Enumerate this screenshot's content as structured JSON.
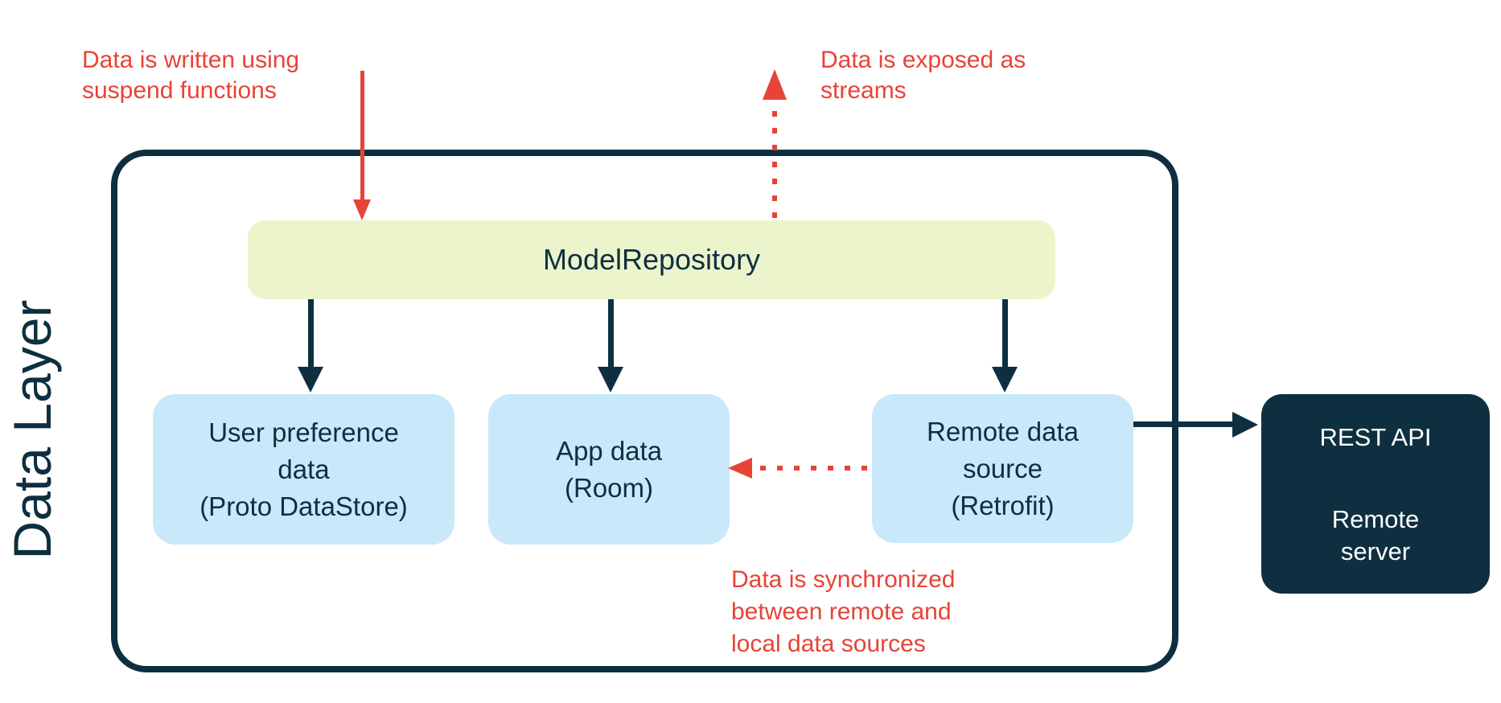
{
  "title": "Data layer architecture diagram",
  "labels": {
    "layer_title": "Data Layer"
  },
  "annotations": {
    "write": "Data is written using\nsuspend functions",
    "streams": "Data is exposed as\nstreams",
    "sync": "Data is synchronized\nbetween remote and\nlocal data sources"
  },
  "nodes": {
    "repository": {
      "label": "ModelRepository"
    },
    "user_preference": {
      "label": "User preference\ndata\n(Proto DataStore)"
    },
    "app_data": {
      "label": "App data\n(Room)"
    },
    "remote_source": {
      "label": "Remote data\nsource\n(Retrofit)"
    },
    "rest_api": {
      "title": "REST API",
      "subtitle": "Remote\nserver"
    }
  },
  "edges": [
    {
      "name": "write-into-repository",
      "from": "external",
      "to": "repository",
      "style": "solid",
      "color": "#e74337",
      "direction": "down"
    },
    {
      "name": "repository-exposes-streams",
      "from": "repository",
      "to": "external",
      "style": "dotted",
      "color": "#e74337",
      "direction": "up"
    },
    {
      "name": "repository-to-user-preference",
      "from": "repository",
      "to": "user_preference",
      "style": "solid",
      "color": "#0e2f3f",
      "direction": "down"
    },
    {
      "name": "repository-to-app-data",
      "from": "repository",
      "to": "app_data",
      "style": "solid",
      "color": "#0e2f3f",
      "direction": "down"
    },
    {
      "name": "repository-to-remote-source",
      "from": "repository",
      "to": "remote_source",
      "style": "solid",
      "color": "#0e2f3f",
      "direction": "down"
    },
    {
      "name": "remote-source-to-rest-api",
      "from": "remote_source",
      "to": "rest_api",
      "style": "solid",
      "color": "#0e2f3f",
      "direction": "right"
    },
    {
      "name": "remote-sync-to-app-data",
      "from": "remote_source",
      "to": "app_data",
      "style": "dotted",
      "color": "#e74337",
      "direction": "left"
    }
  ],
  "colors": {
    "navy": "#0e2f3f",
    "red": "#e74337",
    "light_blue": "#c9e8fa",
    "pale_green": "#ecf4cb",
    "background": "#ffffff"
  }
}
